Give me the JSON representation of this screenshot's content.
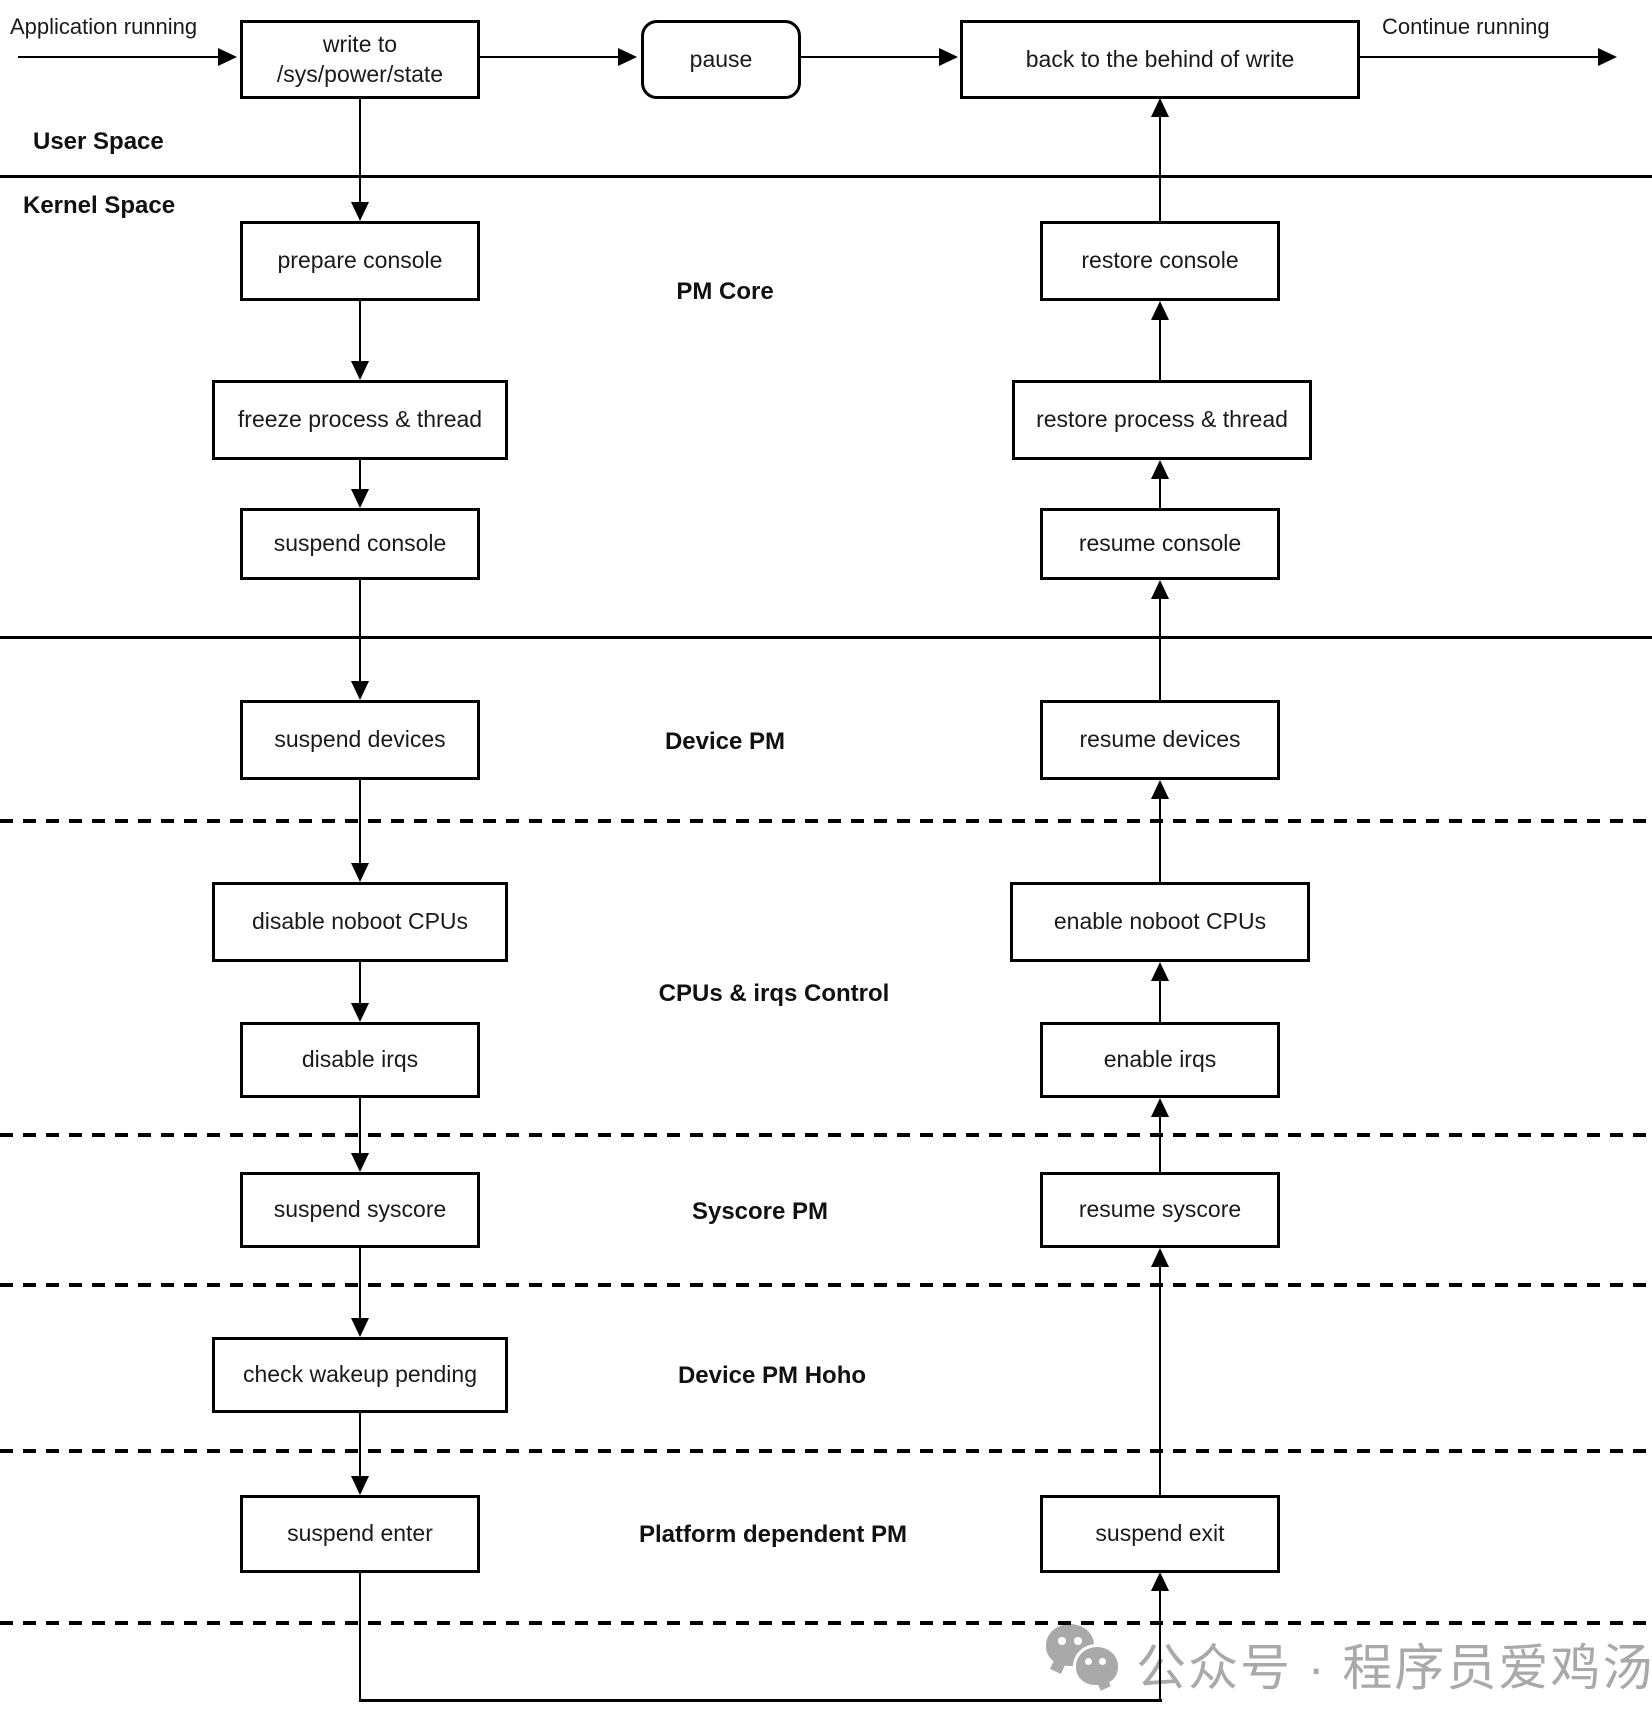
{
  "header": {
    "app_running": "Application running",
    "continue_running": "Continue running"
  },
  "lanes": {
    "user_space": "User Space",
    "kernel_space": "Kernel Space"
  },
  "sections": {
    "pm_core": "PM Core",
    "device_pm": "Device PM",
    "cpus_irqs": "CPUs & irqs Control",
    "syscore_pm": "Syscore PM",
    "device_pm_hoho": "Device PM Hoho",
    "platform_pm": "Platform dependent PM"
  },
  "nodes": {
    "write_state": "write to /sys/power/state",
    "pause": "pause",
    "back_behind": "back to the behind of write",
    "prepare_console": "prepare console",
    "freeze_process": "freeze process & thread",
    "suspend_console": "suspend console",
    "suspend_devices": "suspend devices",
    "disable_noboot_cpus": "disable noboot CPUs",
    "disable_irqs": "disable irqs",
    "suspend_syscore": "suspend syscore",
    "check_wakeup_pending": "check wakeup pending",
    "suspend_enter": "suspend enter",
    "restore_console": "restore console",
    "restore_process": "restore process & thread",
    "resume_console": "resume console",
    "resume_devices": "resume devices",
    "enable_noboot_cpus": "enable noboot CPUs",
    "enable_irqs": "enable irqs",
    "resume_syscore": "resume syscore",
    "suspend_exit": "suspend exit"
  },
  "watermark": {
    "text": "公众号 · 程序员爱鸡汤",
    "icon": "wechat-icon",
    "color": "#a9a9a9"
  },
  "colors": {
    "line": "#000000",
    "box_border": "#000000",
    "background": "#ffffff"
  }
}
